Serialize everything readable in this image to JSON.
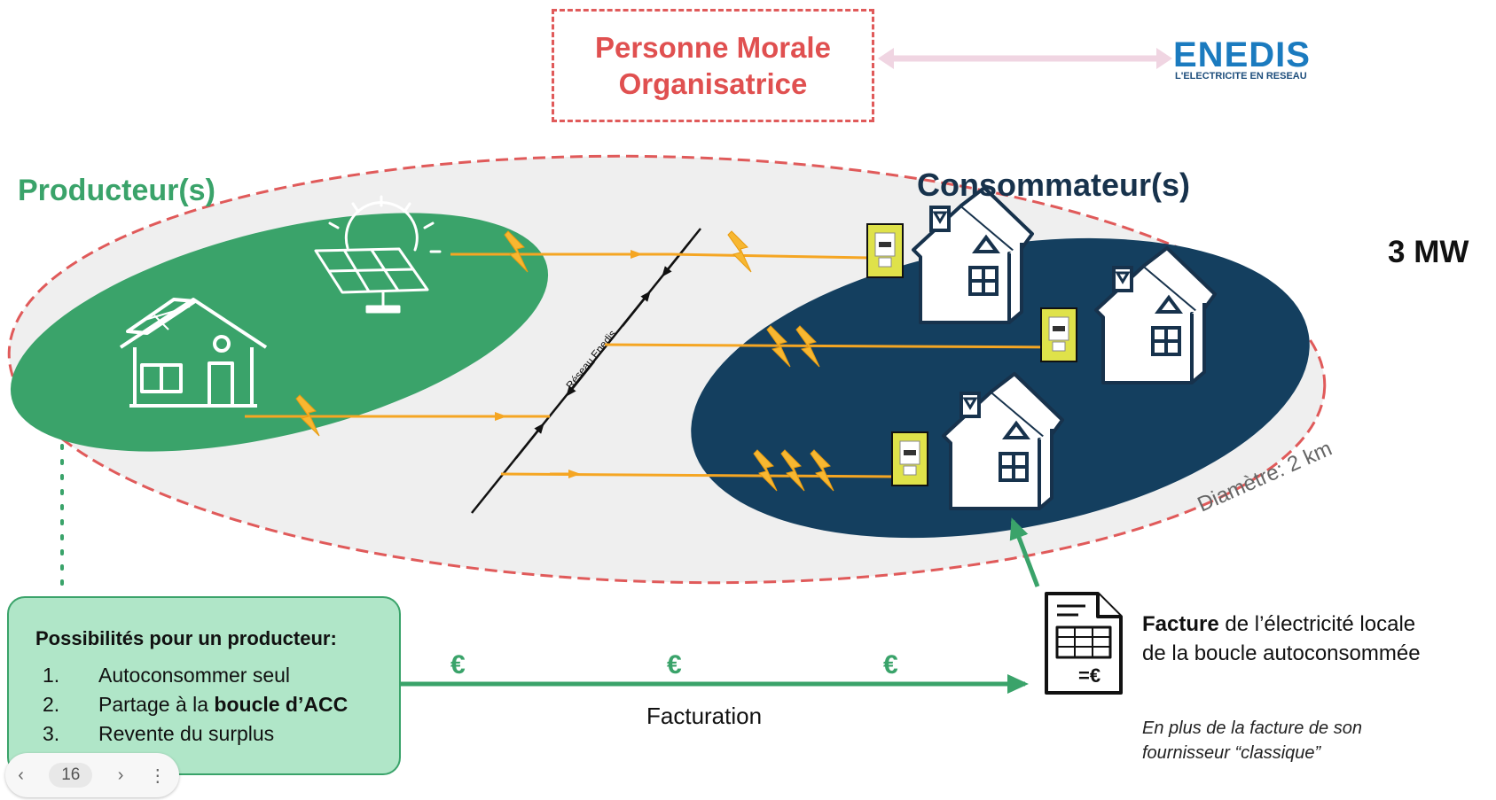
{
  "organizer": {
    "line1": "Personne Morale",
    "line2": "Organisatrice"
  },
  "enedis": {
    "brand": "ENEDIS",
    "tagline": "L'ELECTRICITE EN RESEAU"
  },
  "producers_label": "Producteur(s)",
  "consumers_label": "Consommateur(s)",
  "capacity": "3 MW",
  "network_label": "Réseau Enedis",
  "diameter_label": "Diamètre: 2 km",
  "possibilities": {
    "title": "Possibilités pour un producteur:",
    "items": [
      {
        "num": "1.",
        "text": "Autoconsommer seul",
        "bold": ""
      },
      {
        "num": "2.",
        "text": "Partage à la ",
        "bold": "boucle d’ACC"
      },
      {
        "num": "3.",
        "text": "Revente du surplus",
        "bold": ""
      }
    ]
  },
  "euro_symbol": "€",
  "billing_label": "Facturation",
  "invoice": {
    "bold": "Facture",
    "text_rest": " de l’électricité locale de la boucle autoconsommée",
    "note": "En plus de la facture de son fournisseur “classique”",
    "icon_label": "=€"
  },
  "slide_nav": {
    "page": "16",
    "prev_icon": "chevron-left-icon",
    "next_icon": "chevron-right-icon",
    "more_icon": "more-vertical-icon"
  },
  "colors": {
    "green": "#3aa36a",
    "navy": "#143f5f",
    "orange": "#f5a623",
    "bolt": "#f7b731",
    "red_dash": "#e05a5a",
    "enedis_blue": "#1b7bbf",
    "light_green": "#b0e6c8"
  }
}
